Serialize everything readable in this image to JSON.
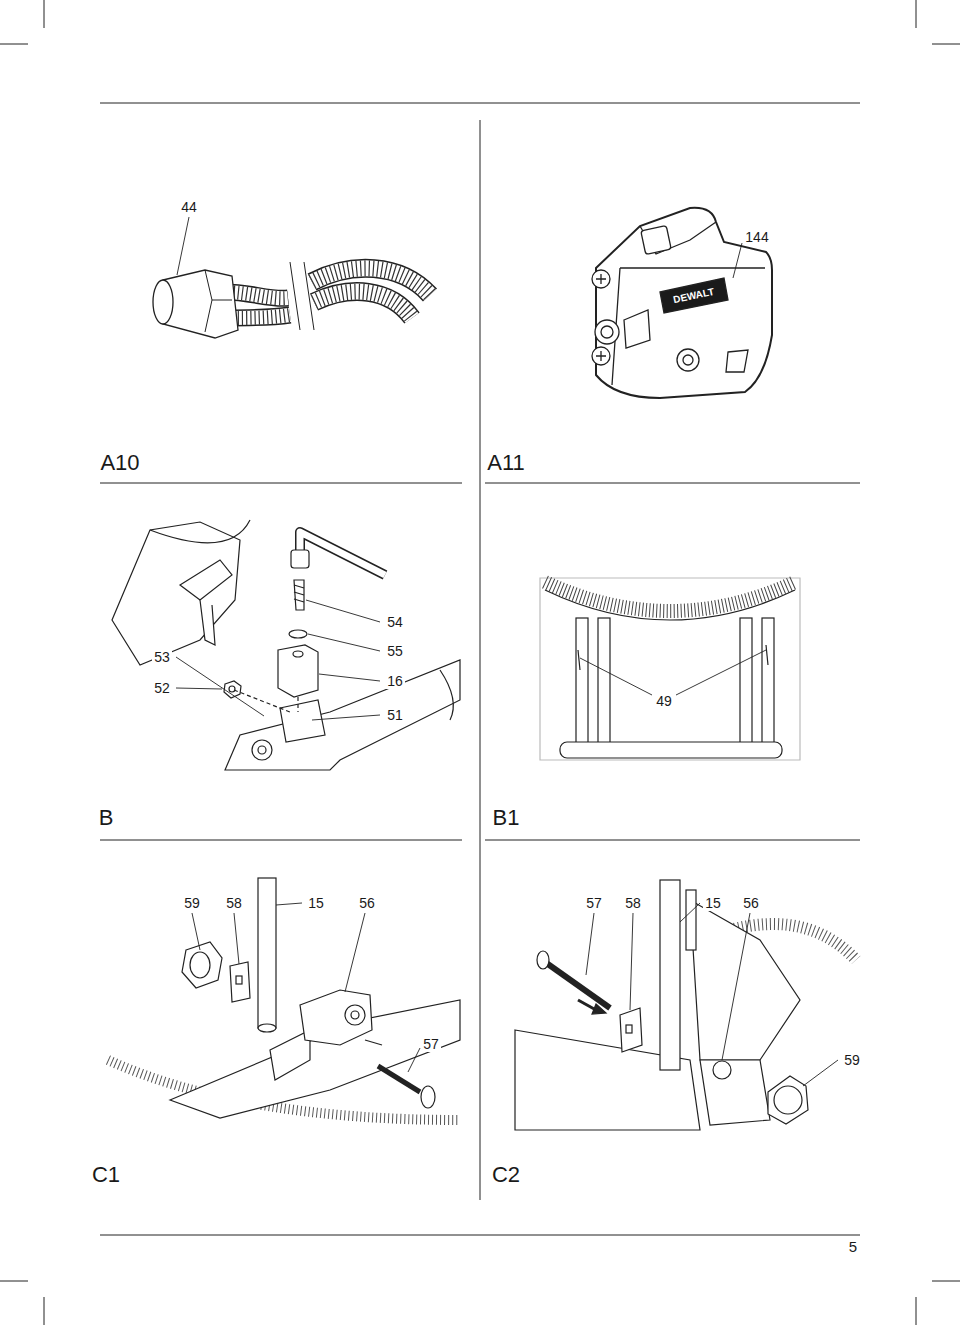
{
  "diagram": {
    "labels": [
      "44",
      "144",
      "DEWALT",
      "A10",
      "A11",
      "54",
      "55",
      "53",
      "16",
      "52",
      "51",
      "49",
      "B",
      "B1",
      "59",
      "58",
      "15",
      "56",
      "57",
      "57",
      "58",
      "15",
      "56",
      "59",
      "C1",
      "C2",
      "5"
    ]
  }
}
